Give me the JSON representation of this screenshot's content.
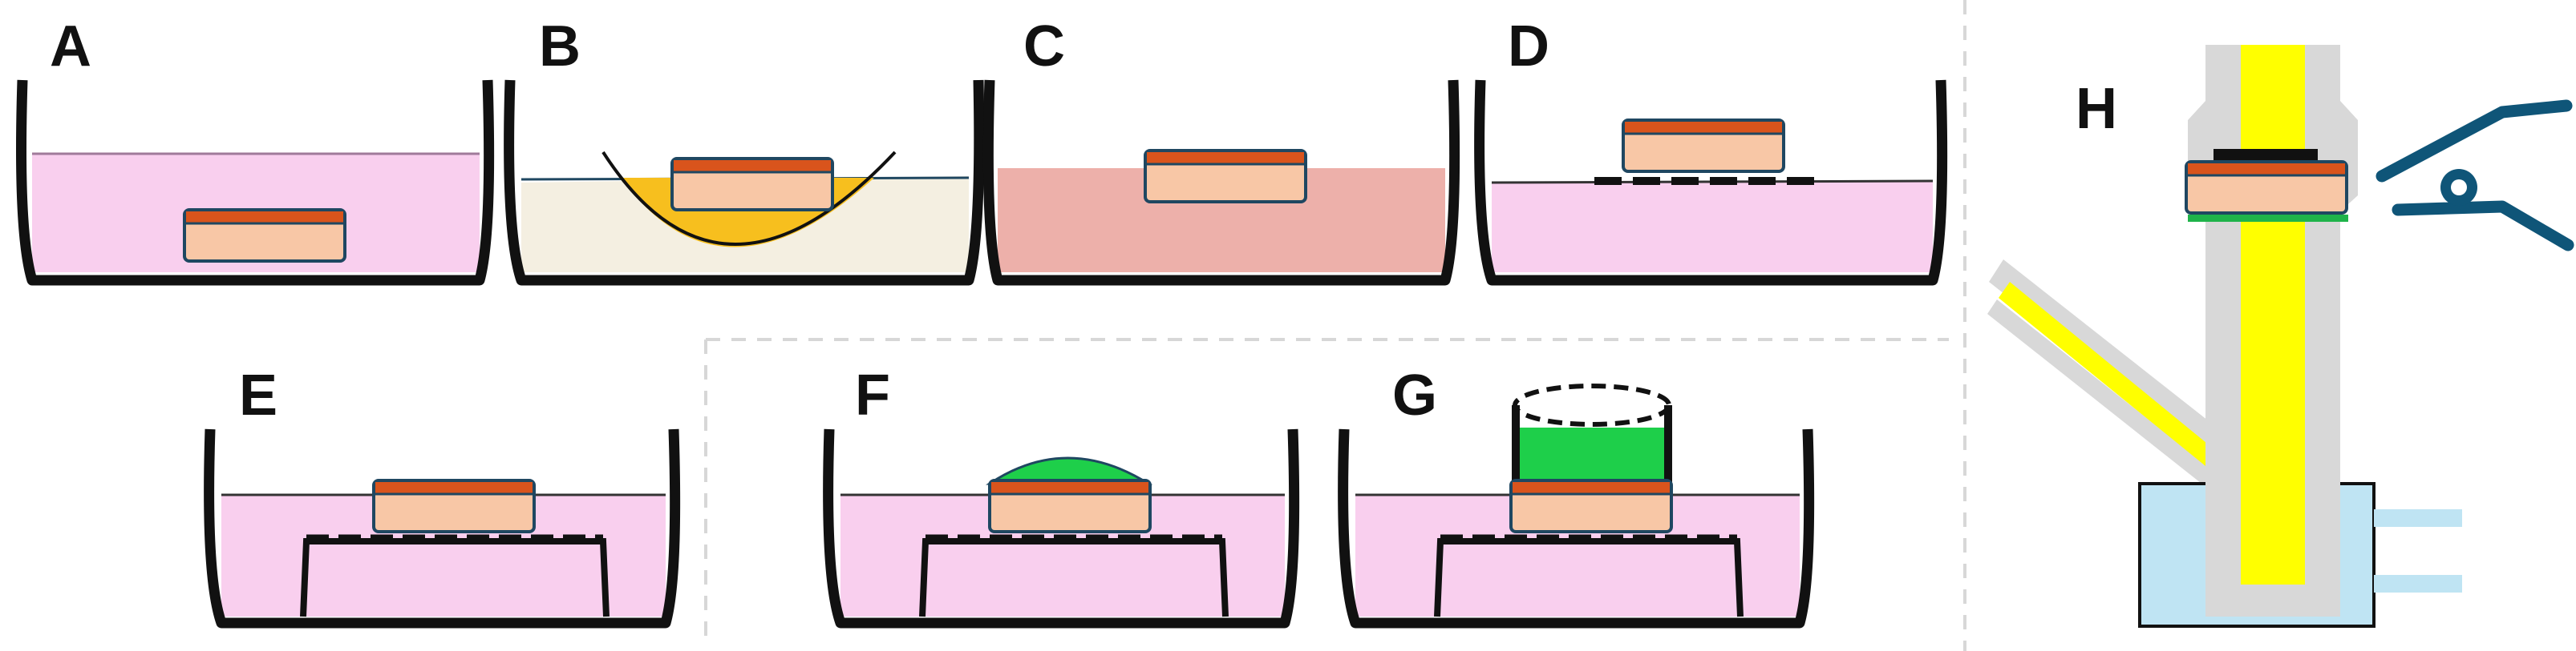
{
  "panels": {
    "a": {
      "label": "A"
    },
    "b": {
      "label": "B"
    },
    "c": {
      "label": "C"
    },
    "d": {
      "label": "D"
    },
    "e": {
      "label": "E"
    },
    "f": {
      "label": "F"
    },
    "g": {
      "label": "G"
    },
    "h": {
      "label": "H"
    }
  },
  "colors": {
    "dish_wall": "#111111",
    "medium_pink": "#f9cfee",
    "gel_beige": "#f4efe1",
    "agarose_yellow": "#f7bf1e",
    "tissue_pink": "#edb0aa",
    "slice_body": "#f8c7a6",
    "slice_top": "#d9541c",
    "slice_border": "#1f4761",
    "drop_green": "#1ecf4a",
    "perfusion_gray": "#d8d8d8",
    "light_path_yellow": "#ffff00",
    "bath_blue": "#bfe4f3",
    "clamp_blue": "#0f5578",
    "ring_green": "#1fb34a",
    "separator_gray": "#d7d7d7"
  },
  "icons": {
    "clamp": "clamp-icon"
  }
}
